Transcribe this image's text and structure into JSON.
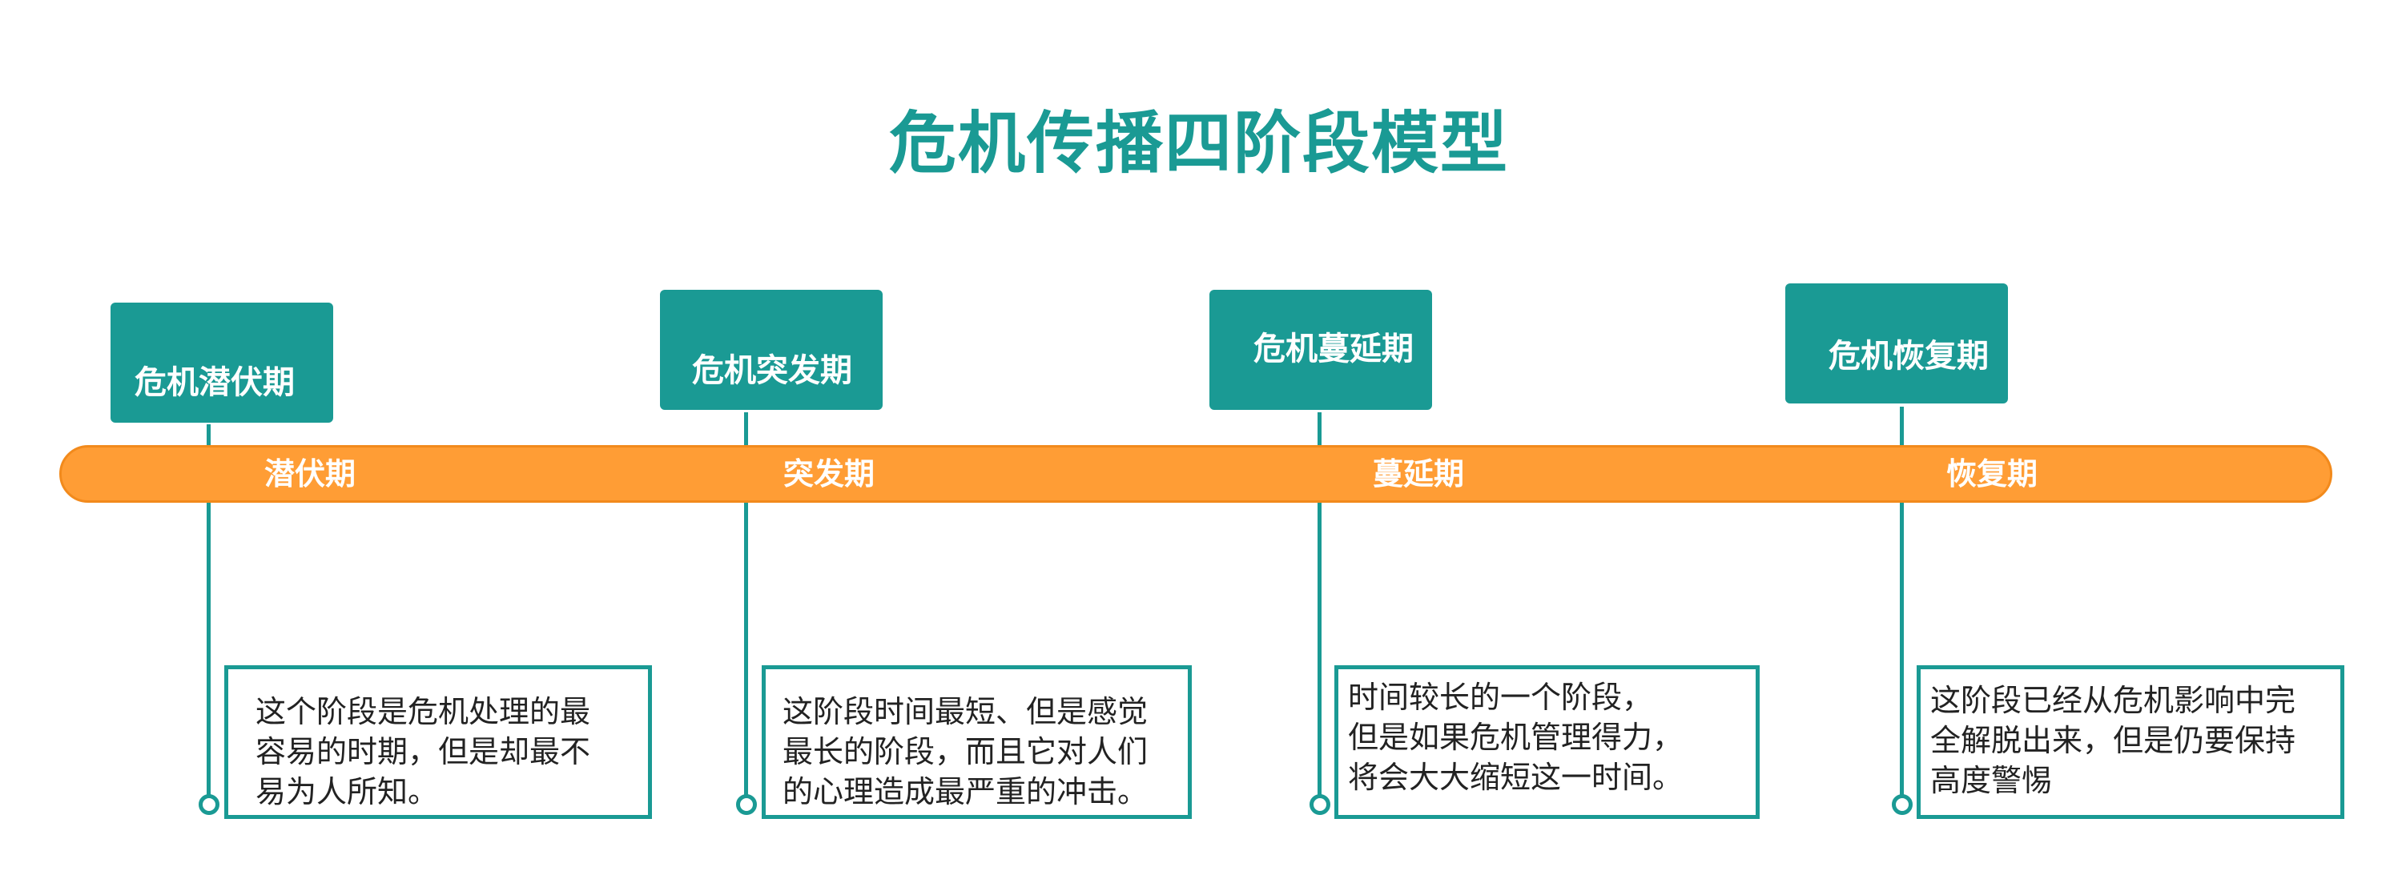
{
  "title": "危机传播四阶段模型",
  "stages": [
    {
      "head": "危机潜伏期",
      "bar_label": "潜伏期",
      "desc": [
        "这个阶段是危机处理的最",
        "容易的时期，但是却最不",
        "易为人所知。"
      ]
    },
    {
      "head": "危机突发期",
      "bar_label": "突发期",
      "desc": [
        "这阶段时间最短、但是感觉",
        "最长的阶段，而且它对人们",
        "的心理造成最严重的冲击。"
      ]
    },
    {
      "head": "危机蔓延期",
      "bar_label": "蔓延期",
      "desc": [
        "时间较长的一个阶段，",
        "但是如果危机管理得力，",
        "将会大大缩短这一时间。"
      ]
    },
    {
      "head": "危机恢复期",
      "bar_label": "恢复期",
      "desc": [
        "这阶段已经从危机影响中完",
        "全解脱出来，但是仍要保持",
        "高度警惕"
      ]
    }
  ],
  "colors": {
    "teal": "#1a9a94",
    "orange": "#ff9d35"
  }
}
